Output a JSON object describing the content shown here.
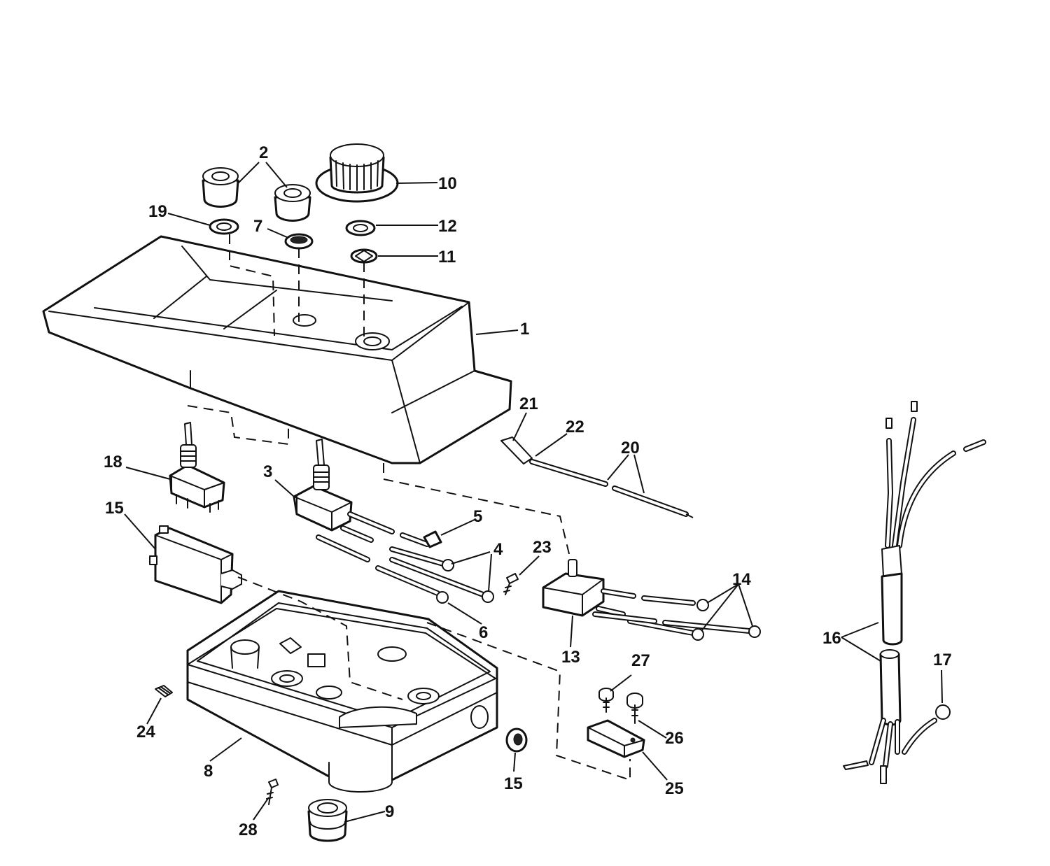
{
  "callouts": [
    {
      "label": "1"
    },
    {
      "label": "2"
    },
    {
      "label": "3"
    },
    {
      "label": "4"
    },
    {
      "label": "5"
    },
    {
      "label": "6"
    },
    {
      "label": "7"
    },
    {
      "label": "8"
    },
    {
      "label": "9"
    },
    {
      "label": "10"
    },
    {
      "label": "11"
    },
    {
      "label": "12"
    },
    {
      "label": "13"
    },
    {
      "label": "14"
    },
    {
      "label": "15"
    },
    {
      "label": "15"
    },
    {
      "label": "16"
    },
    {
      "label": "17"
    },
    {
      "label": "18"
    },
    {
      "label": "19"
    },
    {
      "label": "20"
    },
    {
      "label": "21"
    },
    {
      "label": "22"
    },
    {
      "label": "23"
    },
    {
      "label": "24"
    },
    {
      "label": "25"
    },
    {
      "label": "26"
    },
    {
      "label": "27"
    },
    {
      "label": "28"
    }
  ]
}
